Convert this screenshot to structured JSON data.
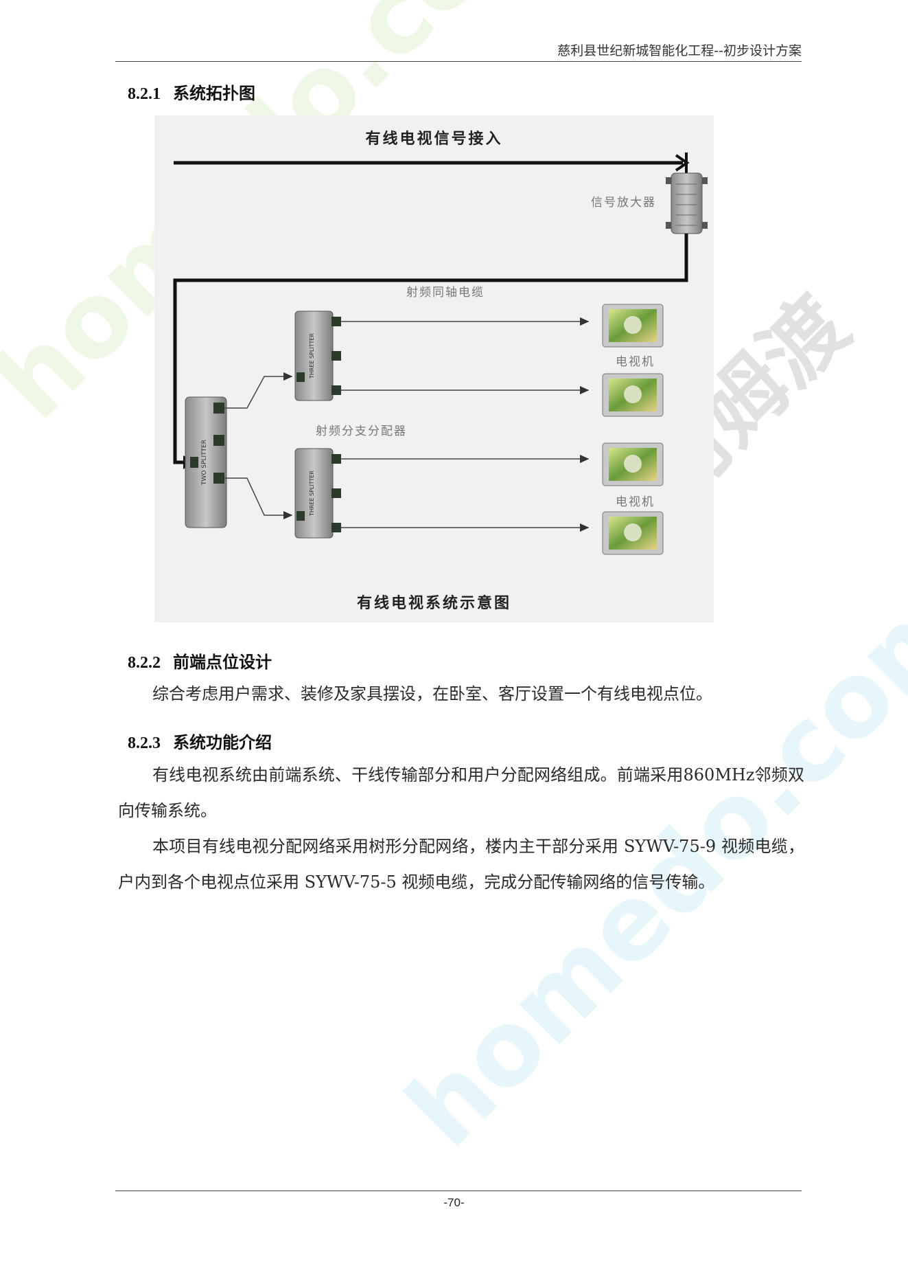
{
  "header": {
    "title": "慈利县世纪新城智能化工程--初步设计方案"
  },
  "sections": [
    {
      "number": "8.2.1",
      "title": "系统拓扑图"
    },
    {
      "number": "8.2.2",
      "title": "前端点位设计"
    },
    {
      "number": "8.2.3",
      "title": "系统功能介绍"
    }
  ],
  "diagram": {
    "title": "有线电视信号接入",
    "amplifier_label": "信号放大器",
    "cable_label": "射频同轴电缆",
    "splitter_label": "射频分支分配器",
    "tv_label_1": "电视机",
    "tv_label_2": "电视机",
    "caption": "有线电视系统示意图"
  },
  "paragraphs": {
    "p1": "综合考虑用户需求、装修及家具摆设，在卧室、客厅设置一个有线电视点位。",
    "p2": "有线电视系统由前端系统、干线传输部分和用户分配网络组成。前端采用860MHz邻频双向传输系统。",
    "p3": "本项目有线电视分配网络采用树形分配网络，楼内主干部分采用 SYWV-75-9 视频电缆，户内到各个电视点位采用 SYWV-75-5 视频电缆，完成分配传输网络的信号传输。"
  },
  "watermarks": {
    "brand_cn": "河姆渡",
    "brand_url": "homedo.com"
  },
  "footer": {
    "page_number": "-70-"
  }
}
